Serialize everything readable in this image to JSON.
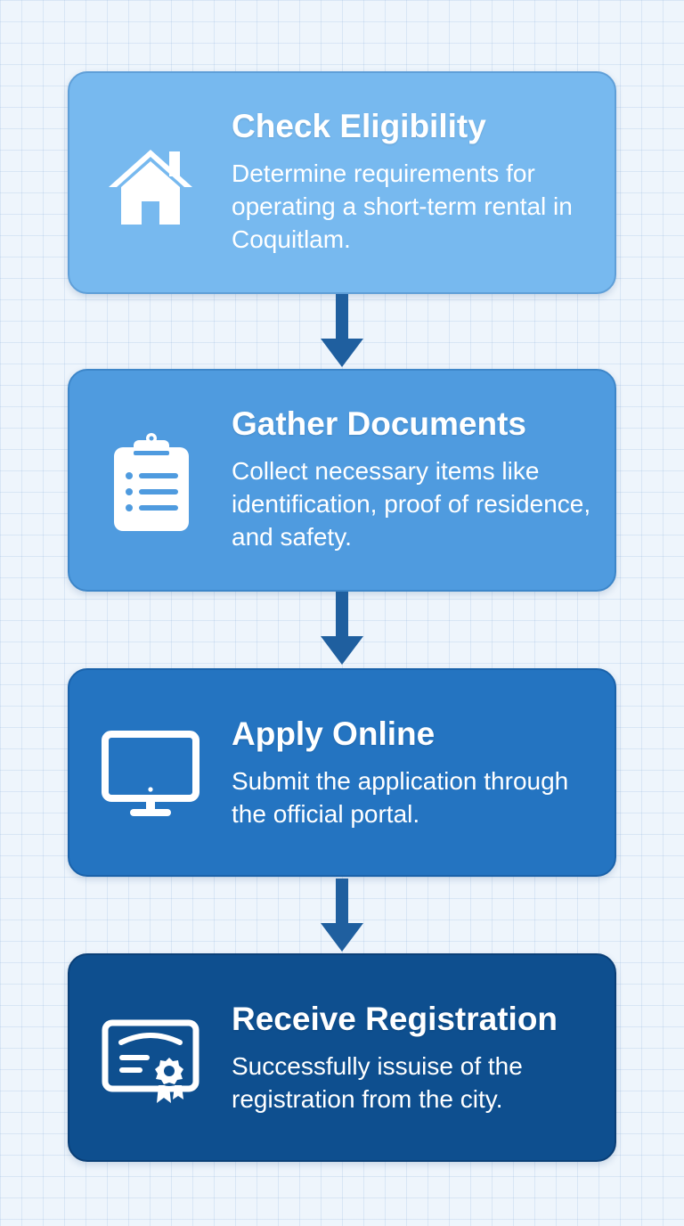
{
  "steps": [
    {
      "title": "Check Eligibility",
      "description": "Determine requirements for operating a short-term rental in Coquitlam.",
      "icon": "house-icon",
      "color": "#77b9ef"
    },
    {
      "title": "Gather Documents",
      "description": "Collect necessary items like identification, proof of residence, and safety.",
      "icon": "clipboard-icon",
      "color": "#4f9bdf"
    },
    {
      "title": "Apply Online",
      "description": "Submit the application through the official portal.",
      "icon": "monitor-icon",
      "color": "#2474c1"
    },
    {
      "title": "Receive Registration",
      "description": "Successfully issuise of the registration from the city.",
      "icon": "certificate-icon",
      "color": "#0e4f8f"
    }
  ],
  "connector_color": "#1f5f9f",
  "background_color": "#eef5fc"
}
